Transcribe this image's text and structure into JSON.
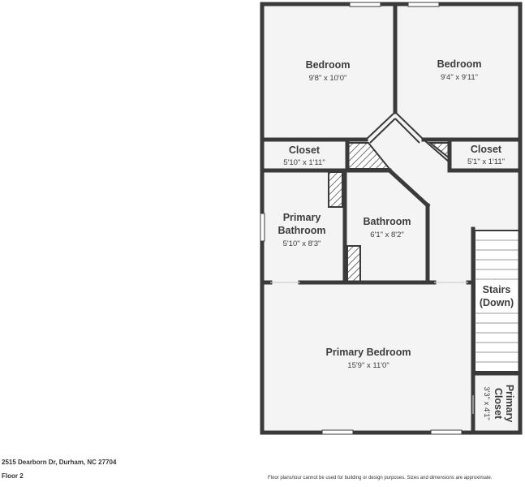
{
  "rooms": {
    "bedroom_1": {
      "name": "Bedroom",
      "dims": "9'8\" x 10'0\""
    },
    "bedroom_2": {
      "name": "Bedroom",
      "dims": "9'4\" x 9'11\""
    },
    "closet_1": {
      "name": "Closet",
      "dims": "5'10\" x 1'11\""
    },
    "closet_2": {
      "name": "Closet",
      "dims": "5'1\" x 1'11\""
    },
    "primary_bathroom": {
      "name_line1": "Primary",
      "name_line2": "Bathroom",
      "dims": "5'10\" x 8'3\""
    },
    "bathroom": {
      "name": "Bathroom",
      "dims": "6'1\" x 8'2\""
    },
    "stairs": {
      "name_line1": "Stairs",
      "name_line2": "(Down)"
    },
    "primary_bedroom": {
      "name": "Primary Bedroom",
      "dims": "15'9\" x 11'0\""
    },
    "primary_closet": {
      "name_line1": "Primary",
      "name_line2": "Closet",
      "dims": "3'3\" x 4'1\""
    }
  },
  "footer": {
    "address": "2515 Dearborn Dr, Durham, NC 27704",
    "floor": "Floor 2",
    "disclaimer": "Floor plans/tour cannot be used for building or design purposes. Sizes and dimensions are approximate."
  },
  "colors": {
    "wall": "#3a3a3a",
    "floor": "#f4f4f4",
    "text": "#3d3d3d"
  }
}
